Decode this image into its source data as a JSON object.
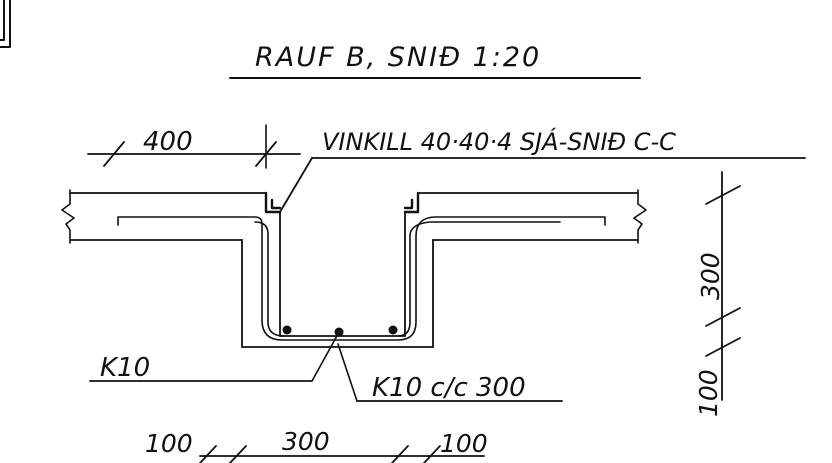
{
  "title": "RAUF B, SNIÐ 1:20",
  "callouts": {
    "angle_iron": "VINKILL 40·40·4 SJÁ-SNIÐ C-C",
    "rebar_left": "K10",
    "rebar_spacing": "K10 c/c 300"
  },
  "dimensions": {
    "top_width": "400",
    "right_upper": "300",
    "right_lower": "100",
    "bottom_left": "100",
    "bottom_mid": "300",
    "bottom_right": "100"
  },
  "colors": {
    "ink": "#111111",
    "paper": "#ffffff"
  }
}
